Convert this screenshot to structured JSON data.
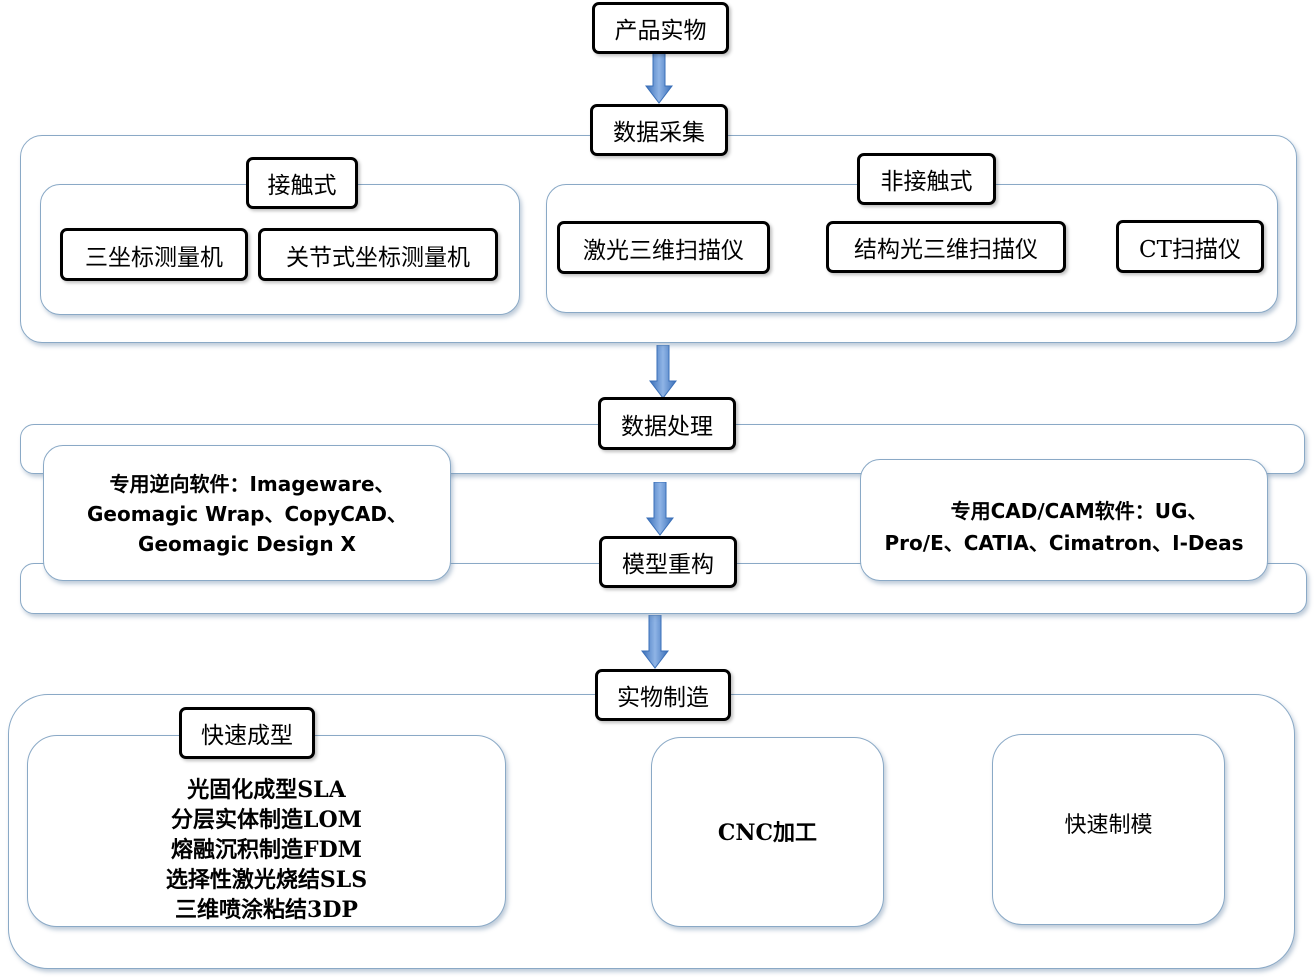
{
  "colors": {
    "arrow": "#4a7fc6",
    "border": "#8aa9c6"
  },
  "stages": {
    "product": "产品实物",
    "acquisition": "数据采集",
    "processing": "数据处理",
    "reconstruction": "模型重构",
    "manufacturing": "实物制造"
  },
  "acquisition": {
    "contact": {
      "title": "接触式",
      "items": [
        "三坐标测量机",
        "关节式坐标测量机"
      ]
    },
    "noncontact": {
      "title": "非接触式",
      "items": [
        "激光三维扫描仪",
        "结构光三维扫描仪",
        "CT扫描仪"
      ]
    }
  },
  "software": {
    "reverse": {
      "lines": [
        "专用逆向软件：Imageware、",
        "Geomagic Wrap、CopyCAD、",
        "Geomagic Design X"
      ]
    },
    "cadcam": {
      "lines": [
        "专用CAD/CAM软件：UG、",
        "Pro/E、CATIA、Cimatron、I-Deas"
      ]
    }
  },
  "manufacturing": {
    "rapid": {
      "title": "快速成型",
      "items": [
        "光固化成型SLA",
        "分层实体制造LOM",
        "熔融沉积制造FDM",
        "选择性激光烧结SLS",
        "三维喷涂粘结3DP"
      ]
    },
    "cnc": "CNC加工",
    "tooling": "快速制模"
  }
}
